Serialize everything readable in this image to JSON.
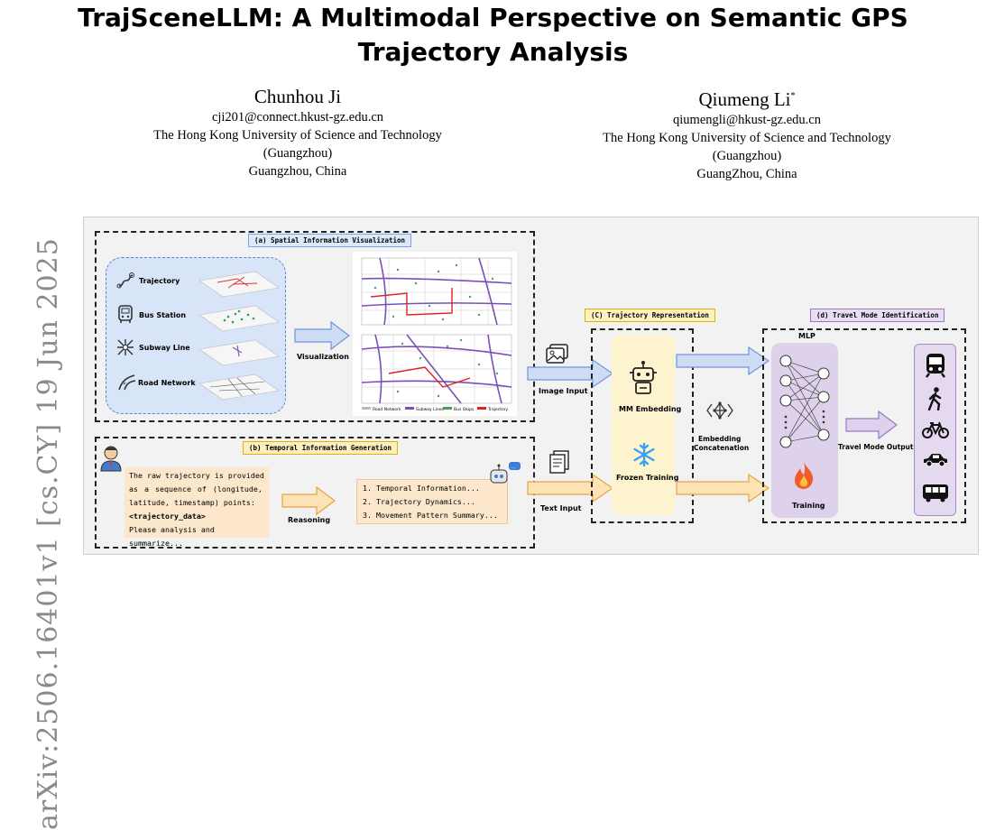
{
  "arxiv_stamp": "arXiv:2506.16401v1  [cs.CY]  19 Jun 2025",
  "title_line1": "TrajSceneLLM: A Multimodal Perspective on Semantic GPS",
  "title_line2": "Trajectory Analysis",
  "authors": [
    {
      "name": "Chunhou Ji",
      "star": "",
      "email": "cji201@connect.hkust-gz.edu.cn",
      "affiliation1": "The Hong Kong University of Science and Technology",
      "affiliation2": "(Guangzhou)",
      "location": "Guangzhou, China"
    },
    {
      "name": "Qiumeng Li",
      "star": "*",
      "email": "qiumengli@hkust-gz.edu.cn",
      "affiliation1": "The Hong Kong University of Science and Technology",
      "affiliation2": "(Guangzhou)",
      "location": "GuangZhou, China"
    }
  ],
  "figure": {
    "section_a": "(a) Spatial Information Visualization",
    "section_b": "(b) Temporal Information Generation",
    "section_c": "(C) Trajectory Representation",
    "section_d": "(d) Travel Mode Identification",
    "layers": [
      "Trajectory",
      "Bus Station",
      "Subway Line",
      "Road Network"
    ],
    "visualization_label": "Visualization",
    "legend": [
      "Road Network",
      "Subway Lines",
      "Bus Stops",
      "Trajectory"
    ],
    "image_input": "Image Input",
    "text_input": "Text Input",
    "prompt_lines": [
      "The raw trajectory is provided",
      "as a sequence of (longitude,",
      "latitude, timestamp) points:",
      "<trajectory_data>",
      "Please analysis and summarize..."
    ],
    "reasoning_label": "Reasoning",
    "output_lines": [
      "1. Temporal Information...",
      "2. Trajectory Dynamics...",
      "3. Movement Pattern Summary..."
    ],
    "mm_embedding": "MM Embedding",
    "frozen_training": "Frozen Training",
    "embedding_concat_1": "Embedding",
    "embedding_concat_2": "Concatenation",
    "mlp_label": "MLP",
    "training_label": "Training",
    "travel_mode_output": "Travel Mode Output",
    "colors": {
      "tag_yellow": "#fdf0c0",
      "tag_blue": "#dde8fb",
      "tag_purple": "#e9ddf2",
      "layers_panel": "#d8e4f7",
      "prompt_box": "#fde7cc",
      "rep_box": "#fdf3cf",
      "mlp_box": "#ddd1ec",
      "mode_box": "#e4d9ef"
    }
  }
}
